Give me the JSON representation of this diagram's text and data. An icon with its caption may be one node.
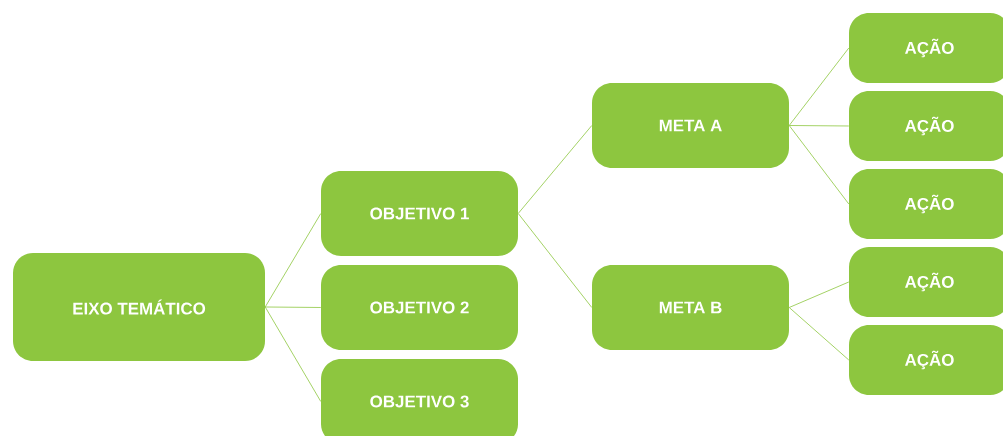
{
  "diagram": {
    "nodes": [
      {
        "text": [
          "EIXO TEMÁTICO"
        ]
      },
      {
        "text": [
          "OBJETIVO 1"
        ]
      },
      {
        "text": [
          "OBJETIVO 2"
        ]
      },
      {
        "text": [
          "OBJETIVO 3"
        ]
      },
      {
        "text": [
          "META A"
        ]
      },
      {
        "text": [
          "AÇÃO"
        ]
      },
      {
        "text": [
          "AÇÃO"
        ]
      },
      {
        "text": [
          "AÇÃO"
        ]
      },
      {
        "text": [
          "META B"
        ]
      },
      {
        "text": [
          "AÇÃO"
        ]
      },
      {
        "text": [
          "AÇÃO"
        ]
      }
    ],
    "edges": [
      {
        "from": 0,
        "to": 1,
        "arrow": "none"
      },
      {
        "from": 0,
        "to": 2,
        "arrow": "none"
      },
      {
        "from": 0,
        "to": 3,
        "arrow": "none"
      },
      {
        "from": 1,
        "to": 4,
        "arrow": "none"
      },
      {
        "from": 1,
        "to": 8,
        "arrow": "none"
      },
      {
        "from": 4,
        "to": 5,
        "arrow": "none"
      },
      {
        "from": 4,
        "to": 6,
        "arrow": "none"
      },
      {
        "from": 4,
        "to": 7,
        "arrow": "none"
      },
      {
        "from": 8,
        "to": 9,
        "arrow": "none"
      },
      {
        "from": 8,
        "to": 10,
        "arrow": "none"
      }
    ]
  }
}
